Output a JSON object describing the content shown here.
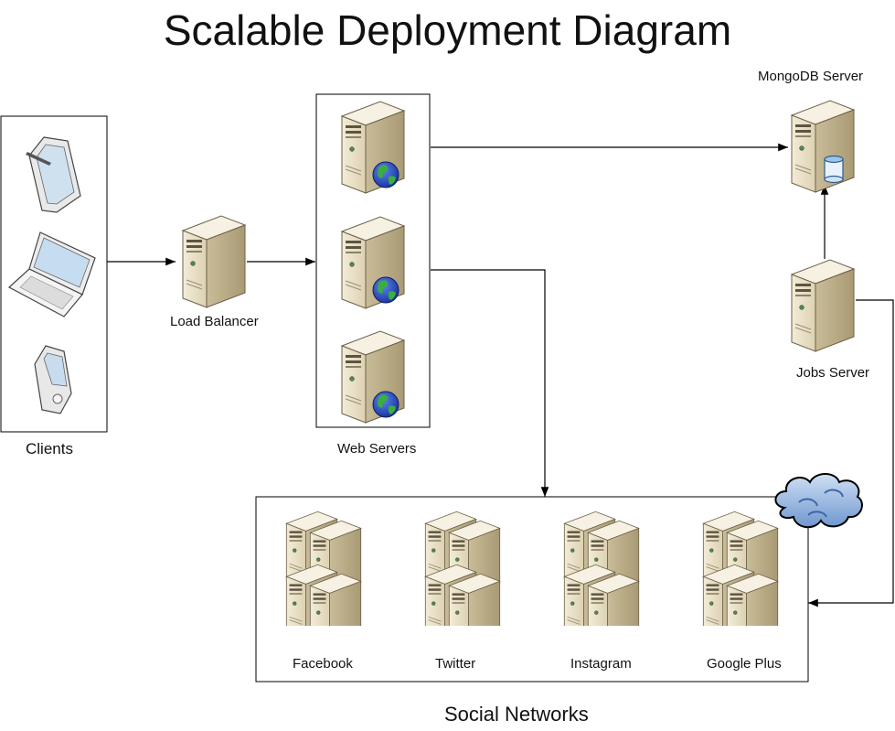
{
  "title": "Scalable Deployment Diagram",
  "groups": {
    "clients": "Clients",
    "load_balancer": "Load Balancer",
    "web_servers": "Web Servers",
    "mongodb_server": "MongoDB Server",
    "jobs_server": "Jobs Server",
    "social_networks": "Social Networks"
  },
  "social": [
    "Facebook",
    "Twitter",
    "Instagram",
    "Google Plus"
  ],
  "colors": {
    "server_face": "#e9dfc7",
    "server_side": "#b8ab88",
    "server_top": "#f6f1e2",
    "line": "#000000",
    "globe_ocean": "#2b52c8",
    "globe_land": "#39a83c",
    "cloud": "#8fb2dd"
  },
  "icons": [
    "tablet-icon",
    "laptop-icon",
    "pda-icon",
    "server-icon",
    "globe-icon",
    "database-icon",
    "cloud-icon"
  ]
}
